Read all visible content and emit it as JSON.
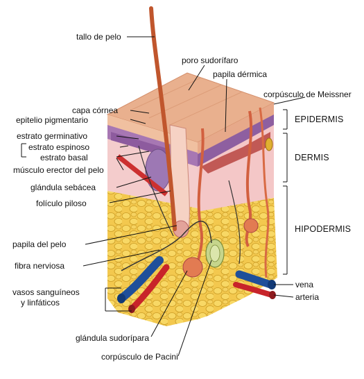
{
  "labels": {
    "tallo": "tallo de pelo",
    "poro": "poro sudorífaro",
    "papila_dermica": "papila dérmica",
    "meissner": "corpúsculo de Meissner",
    "capa_cornea": "capa córnea",
    "epitelio": "epitelio pigmentario",
    "germinativo": "estrato germinativo",
    "espinoso": "estrato espinoso",
    "basal": "estrato basal",
    "musculo": "músculo erector del pelo",
    "sebacea": "glándula sebácea",
    "foliculo": "folículo piloso",
    "papila_pelo": "papila del pelo",
    "fibra": "fibra nerviosa",
    "vasos1": "vasos sanguíneos",
    "vasos2": "y linfáticos",
    "sudoripara": "glándula sudorípara",
    "pacini": "corpúsculo de Pacini",
    "vena": "vena",
    "arteria": "arteria"
  },
  "layers": {
    "epidermis": "EPIDERMIS",
    "dermis": "DERMIS",
    "hipodermis": "HIPODERMIS"
  },
  "colors": {
    "skin_top": "#eab596",
    "epidermis_purple": "#9a6fa8",
    "dermis_pink": "#f2c3c3",
    "fat_yellow": "#f2c54a",
    "hair": "#c0562d",
    "artery": "#c8242a",
    "vein": "#1f4f9a"
  }
}
